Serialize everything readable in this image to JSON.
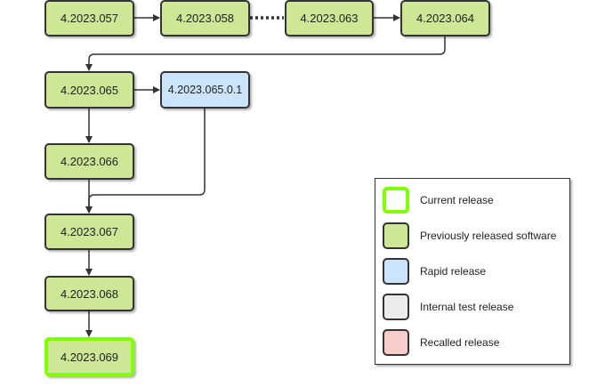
{
  "colors": {
    "previous": "#cde797",
    "rapid": "#cce4fb",
    "internal": "#ececec",
    "recalled": "#f9cccc",
    "current_border": "#80ff00",
    "edge": "#333333"
  },
  "nodes": {
    "n057": "4.2023.057",
    "n058": "4.2023.058",
    "n063": "4.2023.063",
    "n064": "4.2023.064",
    "n065": "4.2023.065",
    "n065_0_1": "4.2023.065.0.1",
    "n066": "4.2023.066",
    "n067": "4.2023.067",
    "n068": "4.2023.068",
    "n069": "4.2023.069"
  },
  "legend": {
    "current": "Current release",
    "previous": "Previously released software",
    "rapid": "Rapid release",
    "internal": "Internal test release",
    "recalled": "Recalled release"
  }
}
